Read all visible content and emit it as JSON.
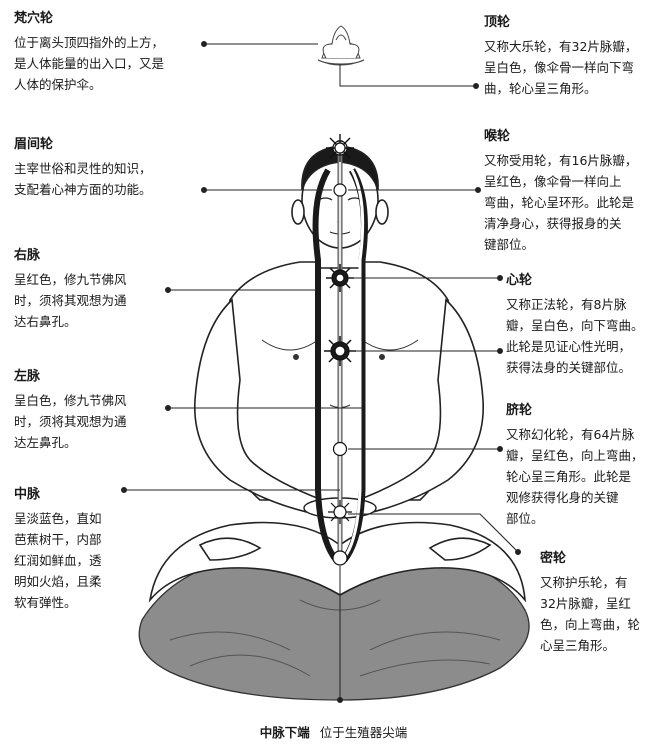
{
  "labels": {
    "fanxue": {
      "title": "梵穴轮",
      "body": "位于离头顶四指外的上方，\n是人体能量的出入口，又是\n人体的保护伞。"
    },
    "meijian": {
      "title": "眉间轮",
      "body": "主宰世俗和灵性的知识，\n支配着心神方面的功能。"
    },
    "youmai": {
      "title": "右脉",
      "body": "呈红色，修九节佛风\n时，须将其观想为通\n达右鼻孔。"
    },
    "zuomai": {
      "title": "左脉",
      "body": "呈白色，修九节佛风\n时，须将其观想为通\n达左鼻孔。"
    },
    "zhongmai": {
      "title": "中脉",
      "body": "呈淡蓝色，直如\n芭蕉树干，内部\n红润如鲜血，透\n明如火焰，且柔\n软有弹性。"
    },
    "ding": {
      "title": "顶轮",
      "body": "又称大乐轮，有32片脉瓣，\n呈白色，像伞骨一样向下弯\n曲，轮心呈三角形。"
    },
    "hou": {
      "title": "喉轮",
      "body": "又称受用轮，有16片脉瓣，\n呈红色，像伞骨一样向上\n弯曲，轮心呈环形。此轮是\n清净身心，获得报身的关\n键部位。"
    },
    "xin": {
      "title": "心轮",
      "body": "又称正法轮，有8片脉\n瓣，呈白色，向下弯曲。\n此轮是见证心性光明，\n获得法身的关键部位。"
    },
    "qi": {
      "title": "脐轮",
      "body": "又称幻化轮，有64片脉\n瓣，呈红色，向上弯曲，\n轮心呈三角形。此轮是\n观修获得化身的关键\n部位。"
    },
    "mi": {
      "title": "密轮",
      "body": "又称护乐轮，有\n32片脉瓣，呈红\n色，向上弯曲，轮\n心呈三角形。"
    }
  },
  "caption": {
    "title": "中脉下端",
    "text": "位于生殖器尖端"
  }
}
